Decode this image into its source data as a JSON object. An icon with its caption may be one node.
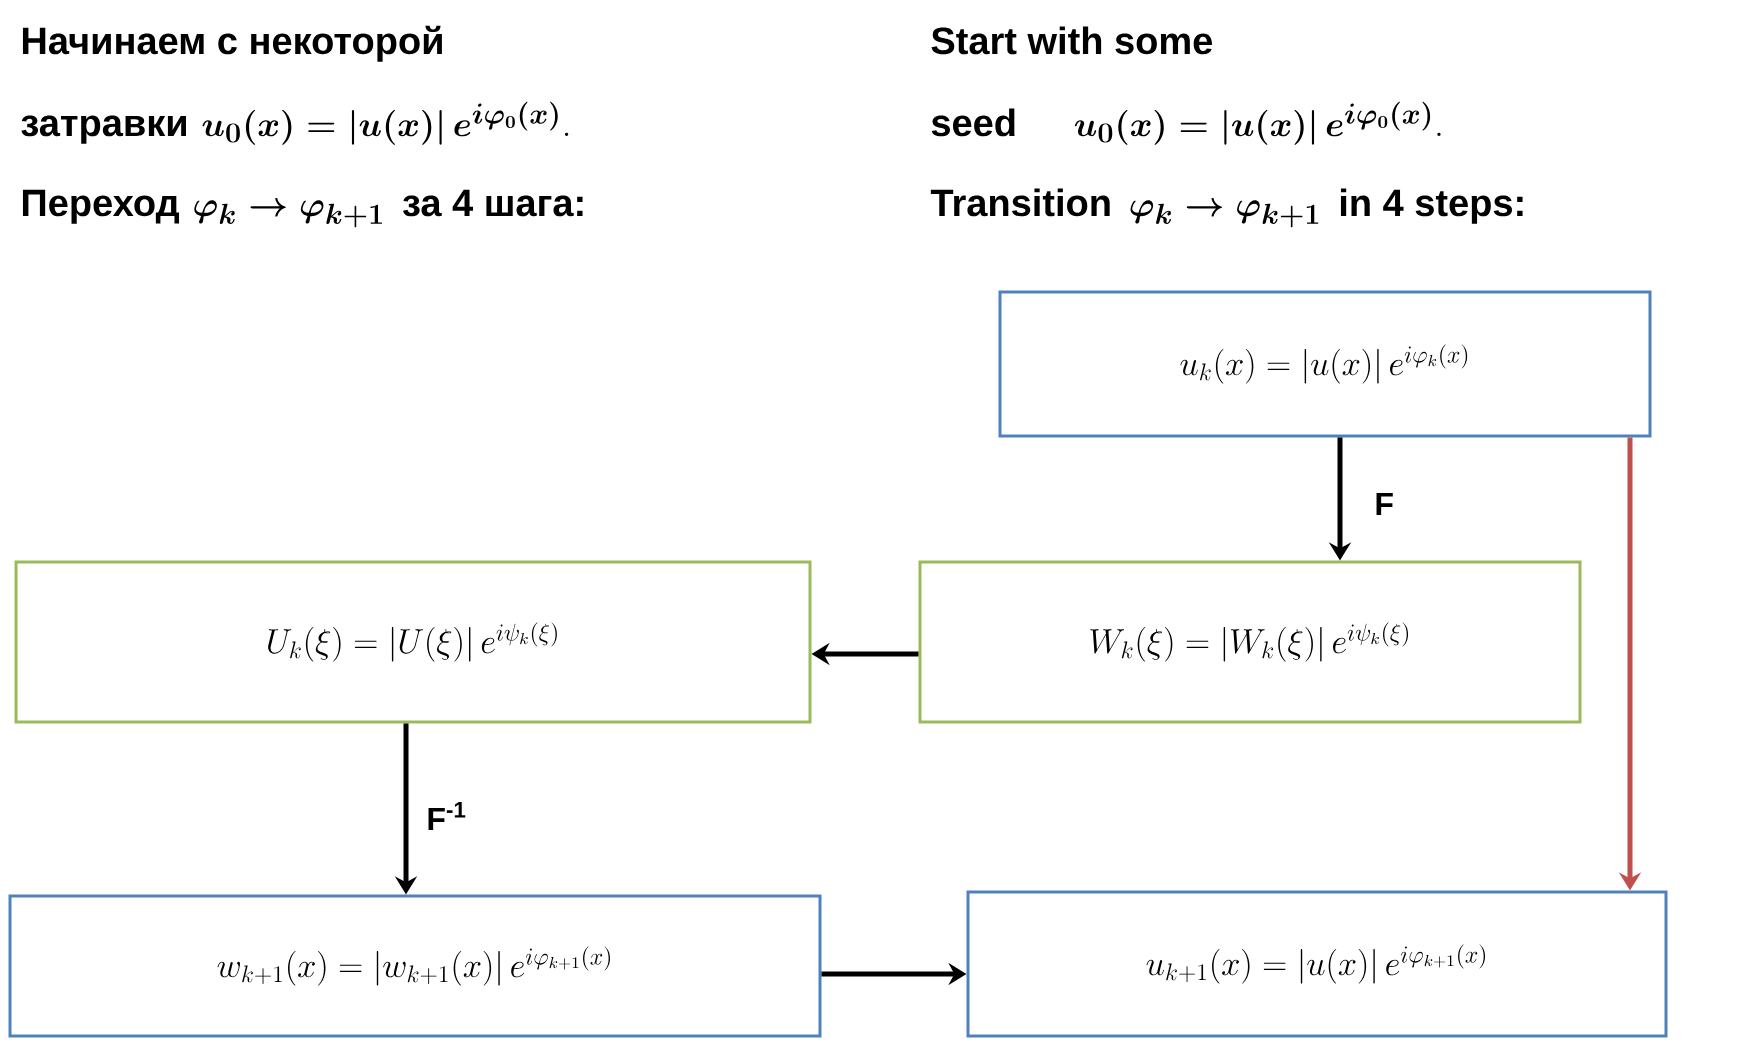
{
  "diagram": {
    "nodes": [
      {
        "text": [
          "u_k(x) = |u(x)|\\,e^{i\\varphi_k(x)}"
        ]
      },
      {
        "text": [
          "W_k(\\xi) = |W_k(\\xi)|\\,e^{i\\psi_k(\\xi)}"
        ]
      },
      {
        "text": [
          "U_k(\\xi) = |U(\\xi)|\\,e^{i\\psi_k(\\xi)}"
        ]
      },
      {
        "text": [
          "w_{k+1}(x) = |w_{k+1}(x)|\\,e^{i\\varphi_{k+1}(x)}"
        ]
      },
      {
        "text": [
          "u_{k+1}(x) = |u(x)|\\,e^{i\\varphi_{k+1}(x)}"
        ]
      }
    ],
    "edges": [
      {
        "from": 0,
        "to": 1,
        "arrow": "to",
        "label": "F"
      },
      {
        "from": 1,
        "to": 2,
        "arrow": "to"
      },
      {
        "from": 2,
        "to": 3,
        "arrow": "to",
        "label": "F$^{-1}$"
      },
      {
        "from": 3,
        "to": 4,
        "arrow": "to"
      },
      {
        "from": 0,
        "to": 4,
        "arrow": "to",
        "color": "#c0504d"
      }
    ],
    "labels": [
      "Начинаем с некоторой",
      "Start with some",
      "затравки",
      "\\boldsymbol{u_0(x) = |u(x)|\\,e^{i\\varphi_0(x)}}.",
      "seed",
      "\\boldsymbol{u_0(x) = |u(x)|\\,e^{i\\varphi_0(x)}}.",
      "Переход",
      "\\boldsymbol{\\varphi_k \\to \\varphi_{k+1}}",
      "за 4 шага:",
      "Transition",
      "\\boldsymbol{\\varphi_k \\to \\varphi_{k+1}}",
      "in 4 steps:"
    ]
  }
}
